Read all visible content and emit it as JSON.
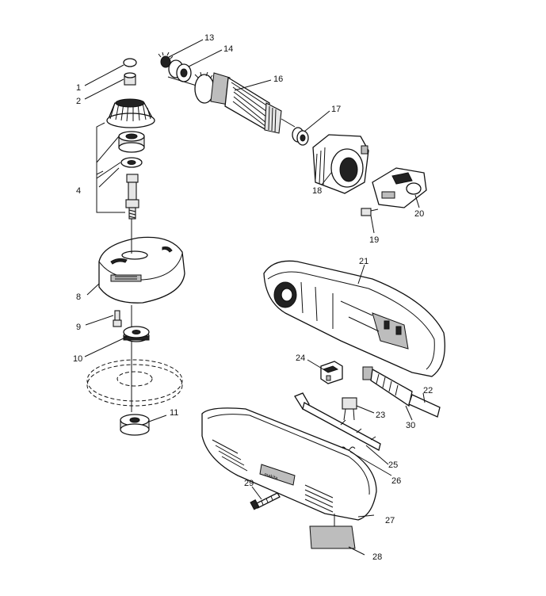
{
  "diagram": {
    "part_labels": [
      {
        "id": "p1",
        "text": "1"
      },
      {
        "id": "p2",
        "text": "2"
      },
      {
        "id": "p4",
        "text": "4"
      },
      {
        "id": "p8",
        "text": "8"
      },
      {
        "id": "p9",
        "text": "9"
      },
      {
        "id": "p10",
        "text": "10"
      },
      {
        "id": "p11",
        "text": "11"
      },
      {
        "id": "p13",
        "text": "13"
      },
      {
        "id": "p14",
        "text": "14"
      },
      {
        "id": "p16",
        "text": "16"
      },
      {
        "id": "p17",
        "text": "17"
      },
      {
        "id": "p18",
        "text": "18"
      },
      {
        "id": "p19",
        "text": "19"
      },
      {
        "id": "p20",
        "text": "20"
      },
      {
        "id": "p21",
        "text": "21"
      },
      {
        "id": "p22",
        "text": "22"
      },
      {
        "id": "p23",
        "text": "23"
      },
      {
        "id": "p24",
        "text": "24"
      },
      {
        "id": "p25",
        "text": "25"
      },
      {
        "id": "p26",
        "text": "26"
      },
      {
        "id": "p27",
        "text": "27"
      },
      {
        "id": "p28",
        "text": "28"
      },
      {
        "id": "p29",
        "text": "29"
      },
      {
        "id": "p30",
        "text": "30"
      }
    ],
    "brand_text": "makita"
  }
}
